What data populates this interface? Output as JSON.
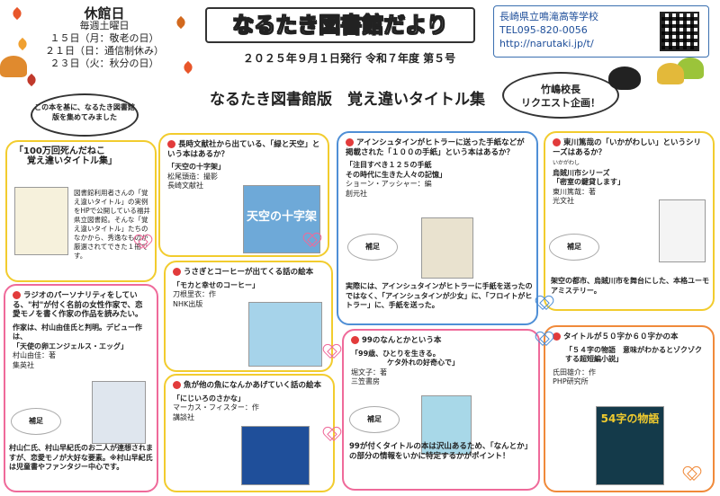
{
  "closed": {
    "title": "休館日",
    "weekly": "毎週土曜日",
    "days": [
      "１５日（月：敬老の日）",
      "２１日（日：通信制休み）",
      "２３日（火：秋分の日）"
    ]
  },
  "header": {
    "title": "なるたき図書館だより",
    "issue": "２０２５年９月１日発行 令和７年度 第５号"
  },
  "school": {
    "name": "長崎県立鳴滝高等学校",
    "tel": "TEL095-820-0056",
    "url": "http://narutaki.jp/t/"
  },
  "intro_bubble": "この本を基に、なるたき図書館版を集めてみました",
  "headline": "なるたき図書館版　覚え違いタイトル集",
  "request_bubble": [
    "竹嶋校長",
    "リクエスト企画！"
  ],
  "feature": {
    "title_line1": "「100万回死んだねこ",
    "title_line2": "覚え違いタイトル集」",
    "body": "図書館利用者さんの「覚え違いタイトル」の実例をHPで公開している福井県立図書館。そんな「覚え違いタイトル」たちのなかから、秀逸なものが厳選されてできた１冊です。"
  },
  "p1": {
    "q": "長時文献社から出ている、「緑と天空」という本はあるか？",
    "book": "「天空の十字架」",
    "author": "松尾頭造：撮影",
    "publisher": "長崎文献社",
    "cover_text": "天空の十字架"
  },
  "p2": {
    "q": "アインシュタインがヒトラーに送った手紙などが掲載された「１００の手紙」という本はあるか？",
    "book_line1": "「注目すべき１２５の手紙",
    "book_line2": "その時代に生きた人々の記憶」",
    "author": "ショーン・アッシャー：編",
    "publisher": "創元社",
    "hosoku": "補足",
    "note": "実際には、アインシュタインがヒトラーに手紙を送ったのではなく、「アインシュタインが少女」に、「フロイトがヒトラー」に、手紙を送った。"
  },
  "p3": {
    "q": "東川篤哉の「いかがわしい」というシリーズはあるか？",
    "series": "烏賊川市シリーズ",
    "ruby": "いかがわし",
    "book": "「密室の鍵貸します」",
    "author": "東川篤哉：著",
    "publisher": "光文社",
    "hosoku": "補足",
    "note": "架空の都市、烏賊川市を舞台にした、本格ユーモアミステリー。"
  },
  "p4": {
    "q": "うさぎとコーヒーが出てくる話の絵本",
    "book": "「モカと幸せのコーヒー」",
    "author": "刀根里衣：作",
    "publisher": "NHK出版"
  },
  "p5": {
    "q": "ラジオのパーソナリティをしている、\"村\"が付く名前の女性作家で、恋愛モノを書く作家の作品を読みたい。",
    "answer": "作家は、村山由佳氏と判明。デビュー作は、",
    "book": "「天使の卵エンジェルス・エッグ」",
    "author": "村山由佳：著",
    "publisher": "集英社",
    "hosoku": "補足",
    "note": "村山仁氏、村山早紀氏のお二人が連想されますが、恋愛モノが大好な要素。※村山早紀氏は児童書やファンタジー中心です。"
  },
  "p6": {
    "q": "99のなんとかという本",
    "book": "「99歳、ひとりを生きる。",
    "book_sub": "ケタ外れの好奇心で」",
    "author": "堀文子：著",
    "publisher": "三笠書房",
    "hosoku": "補足",
    "note": "99が付くタイトルの本は沢山あるため、「なんとか」の部分の情報をいかに特定するかがポイント！"
  },
  "p7": {
    "q": "魚が他の魚になんかあげていく話の絵本",
    "book": "「にじいろのさかな」",
    "author": "マーカス・フィスター：作",
    "publisher": "講談社"
  },
  "p8": {
    "q": "タイトルが５０字か６０字かの本",
    "book": "「５４字の物語　意味がわかるとゾクゾクする超短編小説」",
    "author": "氏田雄介：作",
    "publisher": "PHP研究所",
    "cover_text": "54字の物語"
  },
  "colors": {
    "yellow_frame": "#f2cc2e",
    "pink_frame": "#ef6a9a",
    "blue_frame": "#4f8fd6",
    "orange_frame": "#f08a3a",
    "green_frame": "#7dbf4a",
    "accent_red": "#e23b3b"
  }
}
